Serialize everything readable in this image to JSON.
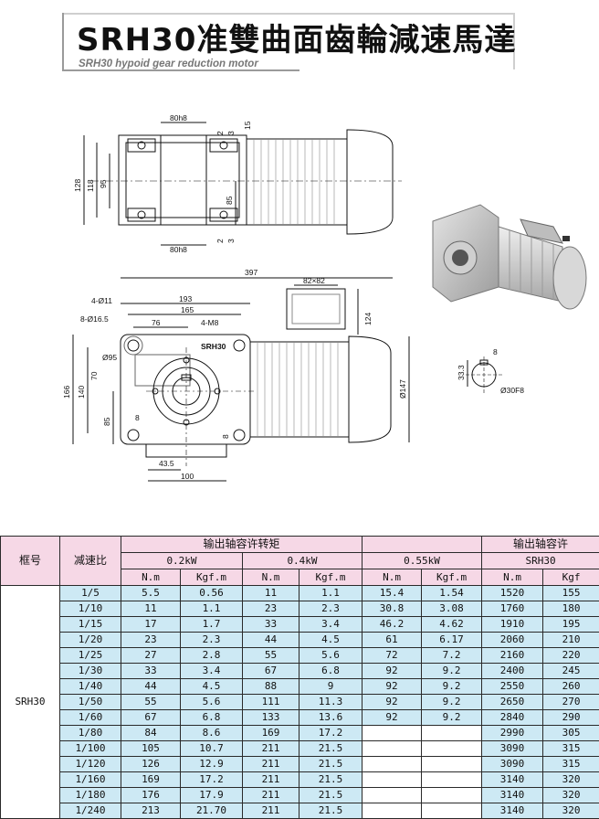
{
  "title": {
    "main": "SRH30准雙曲面齒輪減速馬達",
    "subtitle": "SRH30 hypoid gear reduction motor"
  },
  "drawing": {
    "top_view": {
      "dims": [
        "80h8",
        "15",
        "2",
        "3",
        "128",
        "118",
        "95",
        "85",
        "2",
        "3",
        "80h8"
      ]
    },
    "front_view": {
      "dims": [
        "397",
        "193",
        "165",
        "76",
        "4-Ø11",
        "8-Ø16.5",
        "4-M8",
        "82×82",
        "124",
        "Ø95",
        "70",
        "140",
        "166",
        "85",
        "8",
        "43.5",
        "100",
        "8",
        "Ø147"
      ],
      "motor_label": "SRH30"
    },
    "shaft_detail": {
      "dims": [
        "8",
        "33.3",
        "Ø30F8"
      ]
    }
  },
  "table": {
    "header": {
      "frame": "框号",
      "ratio": "减速比",
      "torque_group": "输出轴容许转矩",
      "load_group": "输出轴容许",
      "p1": "0.2kW",
      "p2": "0.4kW",
      "p3": "0.55kW",
      "load_model": "SRH30",
      "units": [
        "N.m",
        "Kgf.m",
        "N.m",
        "Kgf.m",
        "N.m",
        "Kgf.m",
        "N.m",
        "Kgf"
      ]
    },
    "frame_value": "SRH30",
    "rows": [
      [
        "1/5",
        "5.5",
        "0.56",
        "11",
        "1.1",
        "15.4",
        "1.54",
        "1520",
        "155"
      ],
      [
        "1/10",
        "11",
        "1.1",
        "23",
        "2.3",
        "30.8",
        "3.08",
        "1760",
        "180"
      ],
      [
        "1/15",
        "17",
        "1.7",
        "33",
        "3.4",
        "46.2",
        "4.62",
        "1910",
        "195"
      ],
      [
        "1/20",
        "23",
        "2.3",
        "44",
        "4.5",
        "61",
        "6.17",
        "2060",
        "210"
      ],
      [
        "1/25",
        "27",
        "2.8",
        "55",
        "5.6",
        "72",
        "7.2",
        "2160",
        "220"
      ],
      [
        "1/30",
        "33",
        "3.4",
        "67",
        "6.8",
        "92",
        "9.2",
        "2400",
        "245"
      ],
      [
        "1/40",
        "44",
        "4.5",
        "88",
        "9",
        "92",
        "9.2",
        "2550",
        "260"
      ],
      [
        "1/50",
        "55",
        "5.6",
        "111",
        "11.3",
        "92",
        "9.2",
        "2650",
        "270"
      ],
      [
        "1/60",
        "67",
        "6.8",
        "133",
        "13.6",
        "92",
        "9.2",
        "2840",
        "290"
      ],
      [
        "1/80",
        "84",
        "8.6",
        "169",
        "17.2",
        "",
        "",
        "2990",
        "305"
      ],
      [
        "1/100",
        "105",
        "10.7",
        "211",
        "21.5",
        "",
        "",
        "3090",
        "315"
      ],
      [
        "1/120",
        "126",
        "12.9",
        "211",
        "21.5",
        "",
        "",
        "3090",
        "315"
      ],
      [
        "1/160",
        "169",
        "17.2",
        "211",
        "21.5",
        "",
        "",
        "3140",
        "320"
      ],
      [
        "1/180",
        "176",
        "17.9",
        "211",
        "21.5",
        "",
        "",
        "3140",
        "320"
      ],
      [
        "1/240",
        "213",
        "21.70",
        "211",
        "21.5",
        "",
        "",
        "3140",
        "320"
      ]
    ]
  }
}
